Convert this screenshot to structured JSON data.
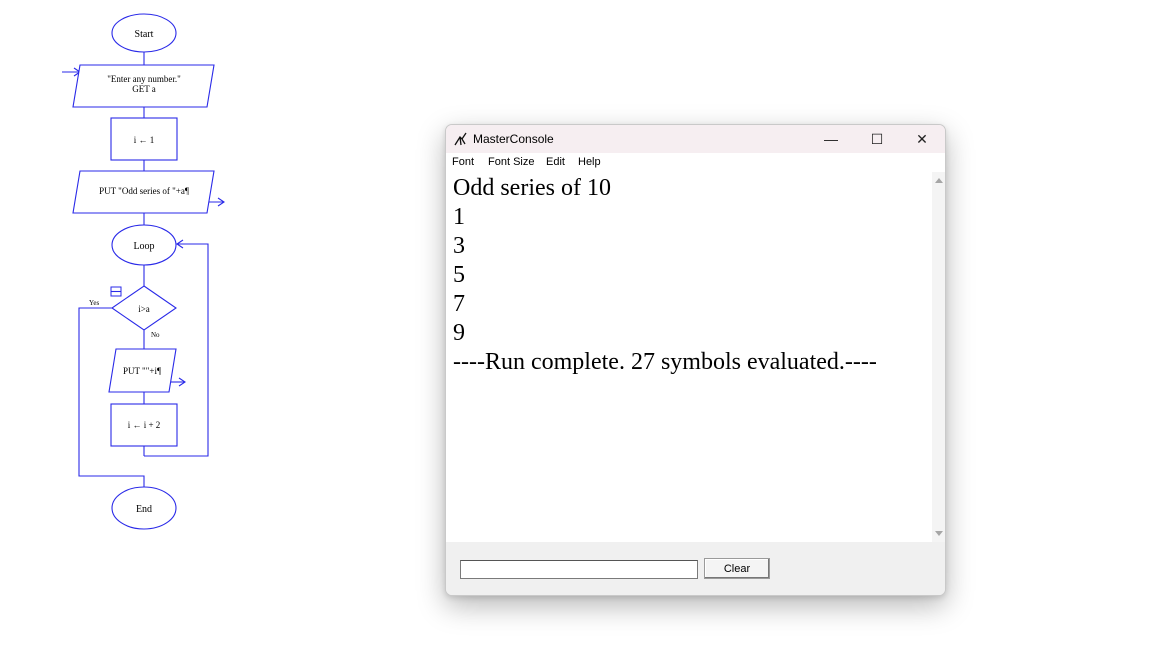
{
  "flowchart": {
    "start": "Start",
    "input_line1": "\"Enter any number.\"",
    "input_line2": "GET a",
    "assign_init": "i ← 1",
    "put_header": "PUT \"Odd series of \"+a¶",
    "loop": "Loop",
    "decision": "i>a",
    "yes": "Yes",
    "no": "No",
    "put_value": "PUT \"\"+i¶",
    "assign_inc": "i ← i + 2",
    "end": "End"
  },
  "window": {
    "title": "MasterConsole",
    "controls": {
      "minimize": "—",
      "maximize": "☐",
      "close": "✕"
    },
    "menu": [
      "Font",
      "Font Size",
      "Edit",
      "Help"
    ],
    "console_lines": [
      "Odd series of 10",
      "1",
      "3",
      "5",
      "7",
      "9",
      "----Run complete.  27 symbols evaluated.----"
    ],
    "input_value": "",
    "clear_label": "Clear"
  },
  "colors": {
    "flow_stroke": "#2a2ae8",
    "title_bar": "#f6eef1",
    "window_bg": "#f0f0f0"
  }
}
